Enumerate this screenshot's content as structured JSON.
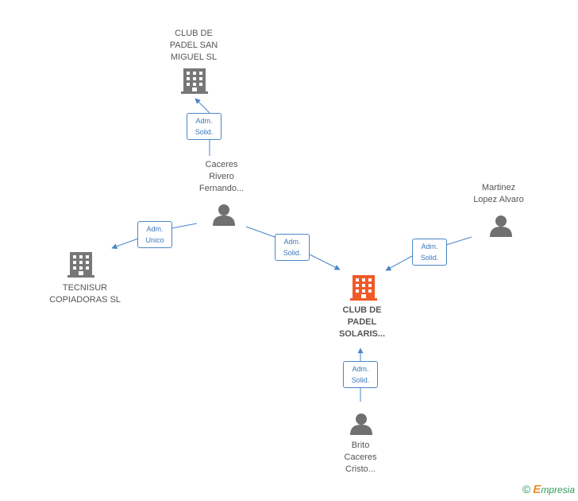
{
  "colors": {
    "company": "#777777",
    "main_company": "#f05a28",
    "person": "#707070",
    "edge": "#4a86c8"
  },
  "nodes": {
    "club_san_miguel": {
      "type": "company",
      "lines": [
        "CLUB DE",
        "PADEL SAN",
        "MIGUEL SL"
      ]
    },
    "tecnisur": {
      "type": "company",
      "lines": [
        "TECNISUR",
        "COPIADORAS SL"
      ]
    },
    "club_solaris": {
      "type": "main-company",
      "lines": [
        "CLUB DE",
        "PADEL",
        "SOLARIS..."
      ]
    },
    "caceres": {
      "type": "person",
      "lines": [
        "Caceres",
        "Rivero",
        "Fernando..."
      ]
    },
    "martinez": {
      "type": "person",
      "lines": [
        "Martinez",
        "Lopez Alvaro"
      ]
    },
    "brito": {
      "type": "person",
      "lines": [
        "Brito",
        "Caceres",
        "Cristo..."
      ]
    }
  },
  "edges": {
    "caceres_to_san_miguel": {
      "lines": [
        "Adm.",
        "Solid."
      ]
    },
    "caceres_to_tecnisur": {
      "lines": [
        "Adm.",
        "Unico"
      ]
    },
    "caceres_to_solaris": {
      "lines": [
        "Adm.",
        "Solid."
      ]
    },
    "martinez_to_solaris": {
      "lines": [
        "Adm.",
        "Solid."
      ]
    },
    "brito_to_solaris": {
      "lines": [
        "Adm.",
        "Solid."
      ]
    }
  },
  "watermark": {
    "copyright": "©",
    "brand_initial": "E",
    "brand_rest": "mpresia"
  }
}
